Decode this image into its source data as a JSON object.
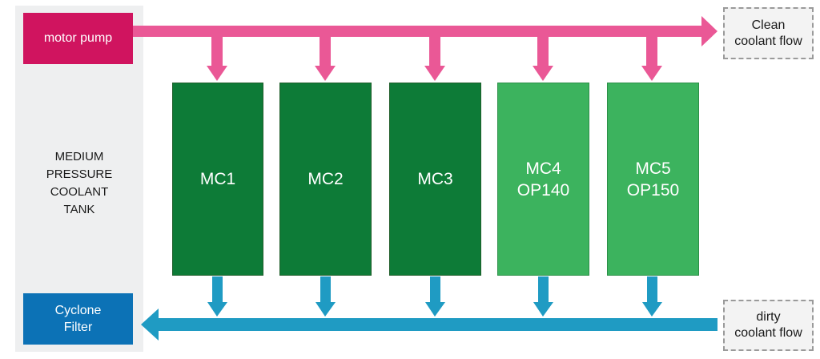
{
  "tank": {
    "label_lines": [
      "MEDIUM",
      "PRESSURE",
      "COOLANT",
      "TANK"
    ]
  },
  "pump": {
    "label": "motor pump"
  },
  "filter": {
    "label_lines": [
      "Cyclone",
      "Filter"
    ]
  },
  "machines": [
    {
      "lines": [
        "MC1"
      ],
      "tone": "dark"
    },
    {
      "lines": [
        "MC2"
      ],
      "tone": "dark"
    },
    {
      "lines": [
        "MC3"
      ],
      "tone": "dark"
    },
    {
      "lines": [
        "MC4",
        "OP140"
      ],
      "tone": "light"
    },
    {
      "lines": [
        "MC5",
        "OP150"
      ],
      "tone": "light"
    }
  ],
  "clean_flow": {
    "label_lines": [
      "Clean",
      "coolant flow"
    ]
  },
  "dirty_flow": {
    "label_lines": [
      "dirty",
      "coolant flow"
    ]
  },
  "colors": {
    "clean_flow": "#ea5896",
    "dirty_flow": "#1f9bc3",
    "machine_dark": "#0d7b37",
    "machine_light": "#3cb35e",
    "pump": "#d0145f",
    "filter": "#0c72b6"
  }
}
